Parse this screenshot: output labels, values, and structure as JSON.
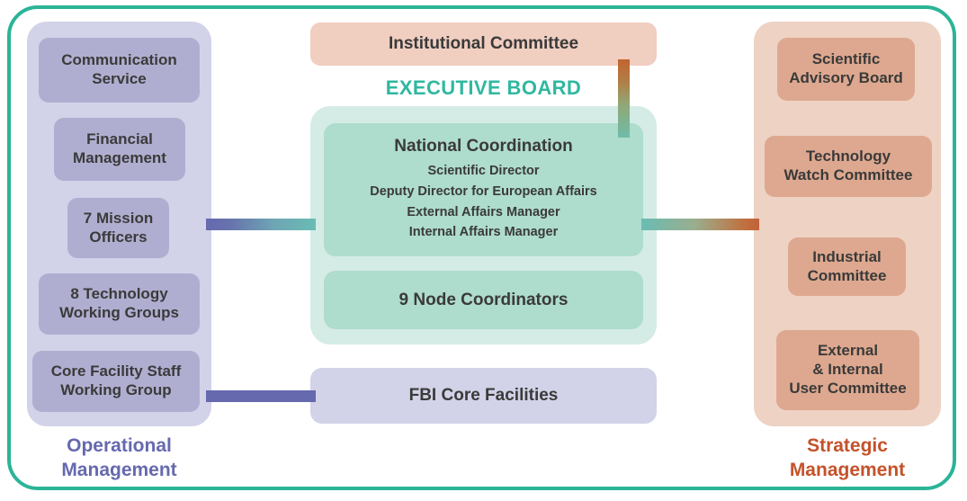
{
  "theme": {
    "frame_color": "#2bb497",
    "operational_panel": "#d2d2e8",
    "operational_box": "#b0aed0",
    "operational_label": "#6669ae",
    "executive_panel": "#d4ece5",
    "executive_box": "#aedccd",
    "executive_title_color": "#2fb8a0",
    "strategic_panel": "#eed2c4",
    "strategic_box": "#dda88f",
    "strategic_label": "#c4522a",
    "institutional_box": "#f0cec0",
    "text_color": "#3a3a3a"
  },
  "operational": {
    "caption_line1": "Operational",
    "caption_line2": "Management",
    "items": [
      {
        "line1": "Communication",
        "line2": "Service"
      },
      {
        "line1": "Financial",
        "line2": "Management"
      },
      {
        "line1": "7 Mission",
        "line2": "Officers"
      },
      {
        "line1": "8 Technology",
        "line2": "Working Groups"
      },
      {
        "line1": "Core Facility Staff",
        "line2": "Working Group"
      }
    ]
  },
  "center": {
    "institutional_committee": "Institutional Committee",
    "executive_board_title": "EXECUTIVE BOARD",
    "national_coordination": {
      "title": "National Coordination",
      "roles": [
        "Scientific Director",
        "Deputy Director for European Affairs",
        "External Affairs Manager",
        "Internal Affairs Manager"
      ]
    },
    "node_coordinators": "9 Node Coordinators",
    "core_facilities": "FBI Core Facilities"
  },
  "strategic": {
    "caption_line1": "Strategic",
    "caption_line2": "Management",
    "items": [
      {
        "line1": "Scientific",
        "line2": "Advisory Board",
        "line3": ""
      },
      {
        "line1": "Technology",
        "line2": "Watch Committee",
        "line3": ""
      },
      {
        "line1": "Industrial",
        "line2": "Committee",
        "line3": ""
      },
      {
        "line1": "External",
        "line2": "& Internal",
        "line3": "User Committee"
      }
    ]
  },
  "connectors": {
    "left_middle": "operational-to-executive",
    "right_middle": "executive-to-strategic",
    "vertical": "institutional-to-executive",
    "left_lower": "core-facility-staff-to-fbi-core-facilities"
  }
}
